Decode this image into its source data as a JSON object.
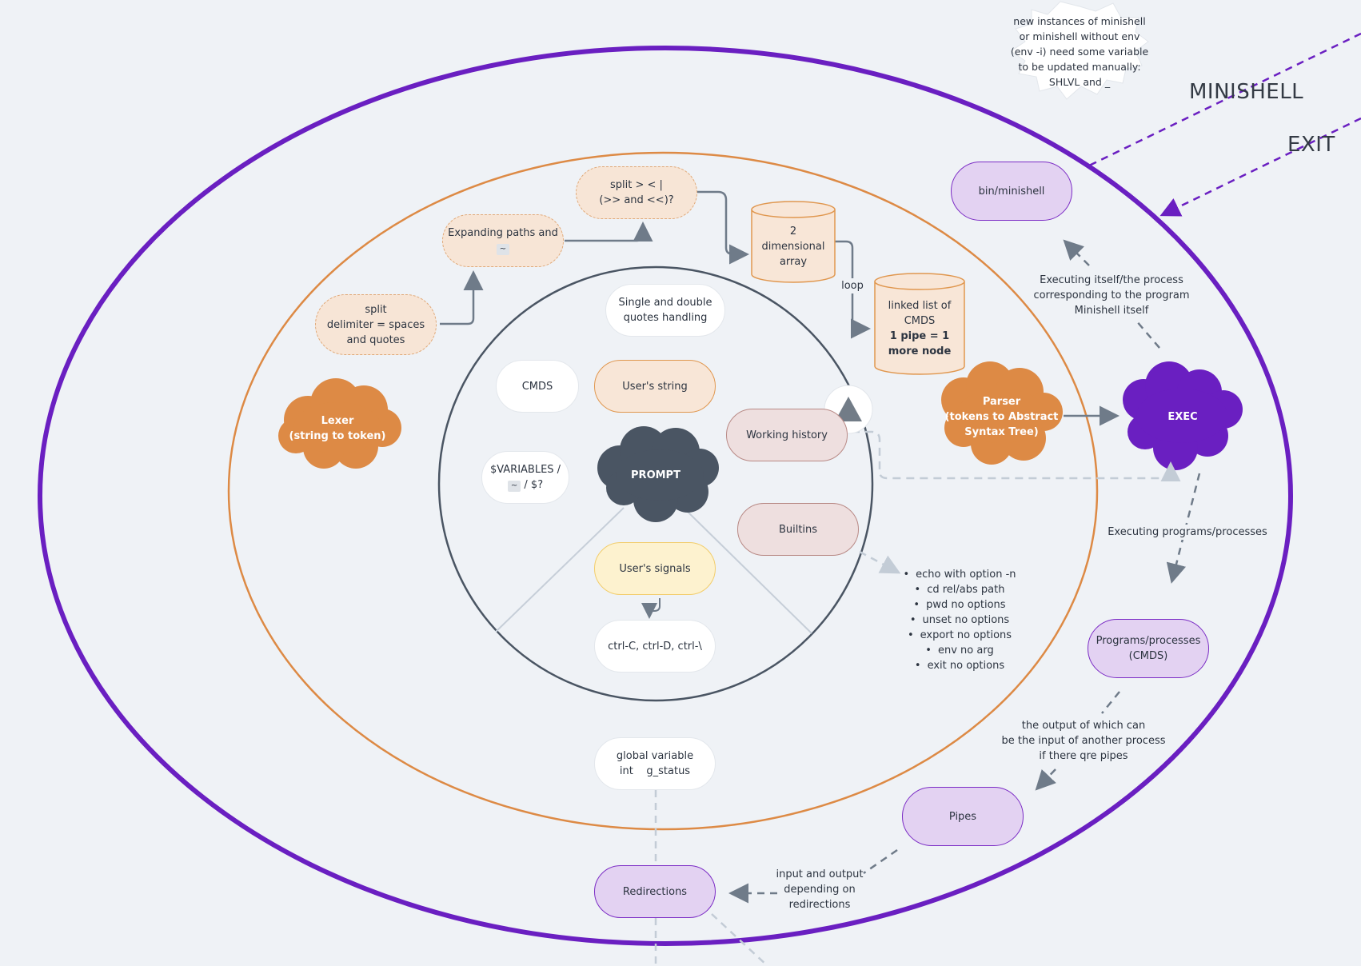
{
  "titles": {
    "minishell": "MINISHELL",
    "exit": "EXIT"
  },
  "burst_note": [
    "new instances of minishell",
    "or minishell without env",
    "(env -i) need some variable",
    "to be updated manually:",
    "SHLVL and _"
  ],
  "clouds": {
    "lexer": [
      "Lexer",
      "(string to token)"
    ],
    "prompt": "PROMPT",
    "parser": [
      "Parser",
      "(tokens to Abstract",
      "Syntax Tree)"
    ],
    "exec": "EXEC"
  },
  "lexer_steps": {
    "split": [
      "split",
      "delimiter = spaces",
      "and quotes"
    ],
    "expanding": "Expanding paths and",
    "expanding_chip": "~",
    "split_redir": [
      "split > < |",
      "(>> and <<)?"
    ]
  },
  "storage": {
    "array": [
      "2",
      "dimensional",
      "array"
    ],
    "loop": "loop",
    "linked_list": [
      "linked list of",
      "CMDS"
    ],
    "linked_list_bold": [
      "1 pipe = 1",
      "more node"
    ]
  },
  "prompt_items": {
    "quotes": [
      "Single and double",
      "quotes handling"
    ],
    "cmds": "CMDS",
    "users_string": "User's string",
    "variables_prefix": "$VARIABLES /",
    "variables_chip": "~",
    "variables_suffix": " / $?",
    "working_history": "Working history",
    "builtins": "Builtins",
    "users_signals": "User's signals",
    "ctrl": "ctrl-C, ctrl-D, ctrl-\\"
  },
  "builtins_list": [
    "echo with option -n",
    "cd rel/abs path",
    "pwd no options",
    "unset no options",
    "export no options",
    "env no arg",
    "exit no options"
  ],
  "global_var": [
    "global variable",
    "int    g_status"
  ],
  "exec_side": {
    "bin_minishell": "bin/minishell",
    "executing_itself": [
      "Executing itself/the process",
      "corresponding to the program",
      "Minishell itself"
    ],
    "executing_programs": "Executing programs/processes",
    "programs": [
      "Programs/processes",
      "(CMDS)"
    ],
    "output_note": [
      "the output of which can",
      "be the input of another process",
      "if there qre pipes"
    ],
    "pipes": "Pipes",
    "io_note": [
      "input and output",
      "depending on",
      "redirections"
    ],
    "redirections": "Redirections"
  },
  "colors": {
    "background": "#eff2f6",
    "purple_ring": "#6a1fc1",
    "orange_ring": "#dd8a45",
    "dark_ring": "#4a5563",
    "orange_cloud": "#dd8a45",
    "prompt_cloud": "#4a5563",
    "exec_cloud": "#6a1fc1"
  }
}
